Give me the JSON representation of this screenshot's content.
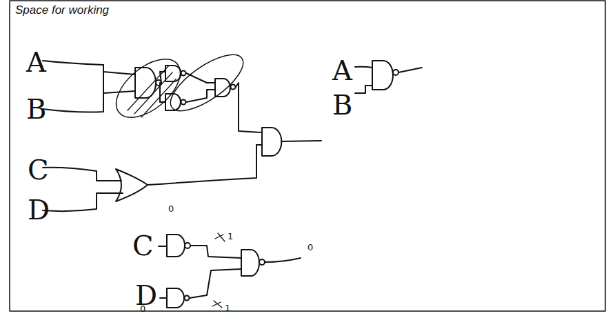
{
  "diagram": {
    "title": "Space for working",
    "labels": [
      "A",
      "B",
      "C",
      "D",
      "0",
      "A",
      "B",
      "C",
      "D",
      "1",
      "0",
      "0",
      "1"
    ]
  }
}
